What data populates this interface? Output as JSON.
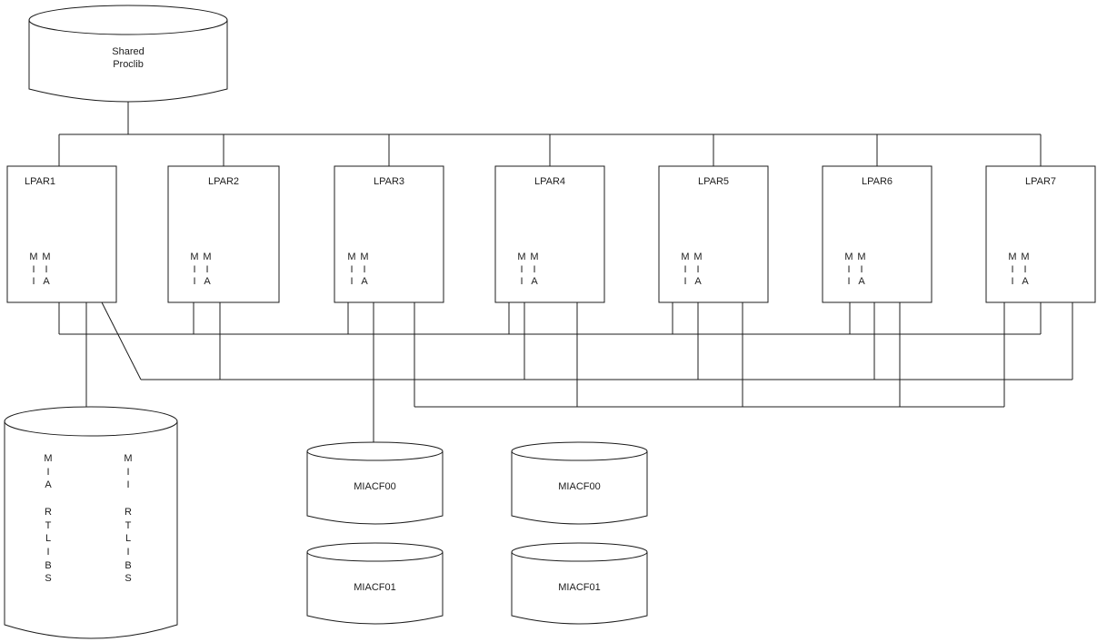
{
  "proclib": {
    "label": "Shared\nProclib"
  },
  "lpars": [
    {
      "label": "LPAR1",
      "col_left": "M\nI\nI",
      "col_right": "M\nI\nA"
    },
    {
      "label": "LPAR2",
      "col_left": "M\nI\nI",
      "col_right": "M\nI\nA"
    },
    {
      "label": "LPAR3",
      "col_left": "M\nI\nI",
      "col_right": "M\nI\nA"
    },
    {
      "label": "LPAR4",
      "col_left": "M\nI\nI",
      "col_right": "M\nI\nA"
    },
    {
      "label": "LPAR5",
      "col_left": "M\nI\nI",
      "col_right": "M\nI\nA"
    },
    {
      "label": "LPAR6",
      "col_left": "M\nI\nI",
      "col_right": "M\nI\nA"
    },
    {
      "label": "LPAR7",
      "col_left": "M\nI\nI",
      "col_right": "M\nI\nA"
    }
  ],
  "storage": {
    "col_left": "M\nI\nA\n\nR\nT\nL\nI\nB\nS",
    "col_right": "M\nI\nI\n\nR\nT\nL\nI\nB\nS"
  },
  "coupling_facilities": [
    {
      "label": "MIACF00"
    },
    {
      "label": "MIACF01"
    },
    {
      "label": "MIACF00"
    },
    {
      "label": "MIACF01"
    }
  ],
  "colors": {
    "line": "#1c1c1c",
    "shape_fill": "#ffffff",
    "text": "#1c1c1c",
    "background": "#ffffff"
  }
}
